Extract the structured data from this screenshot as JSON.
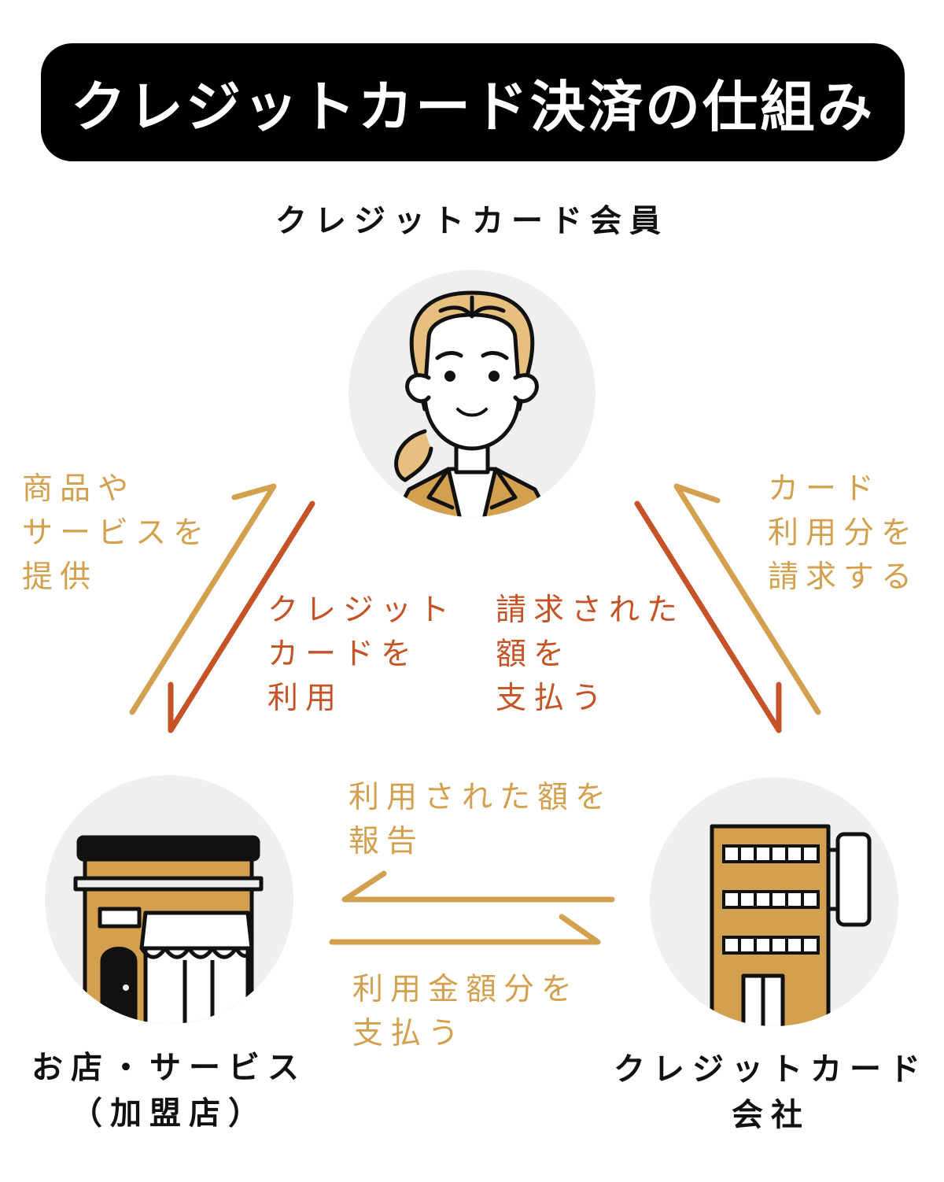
{
  "title": "クレジットカード決済の仕組み",
  "nodes": {
    "member": "クレジットカード会員",
    "merchant": "お店・サービス\n（加盟店）",
    "company": "クレジットカード\n会社"
  },
  "flows": {
    "provide_goods": "商品や\nサービスを\n提供",
    "use_card": "クレジット\nカードを\n利用",
    "pay_billed": "請求された\n額を\n支払う",
    "bill_usage": "カード\n利用分を\n請求する",
    "report_amount": "利用された額を\n報告",
    "pay_amount": "利用金額分を\n支払う"
  },
  "icons": {
    "member": "woman-avatar-icon",
    "merchant": "storefront-icon",
    "company": "office-building-icon"
  },
  "colors": {
    "gold": "#d3a04f",
    "rust": "#c55326",
    "circle": "#efefef",
    "ink": "#111111"
  }
}
